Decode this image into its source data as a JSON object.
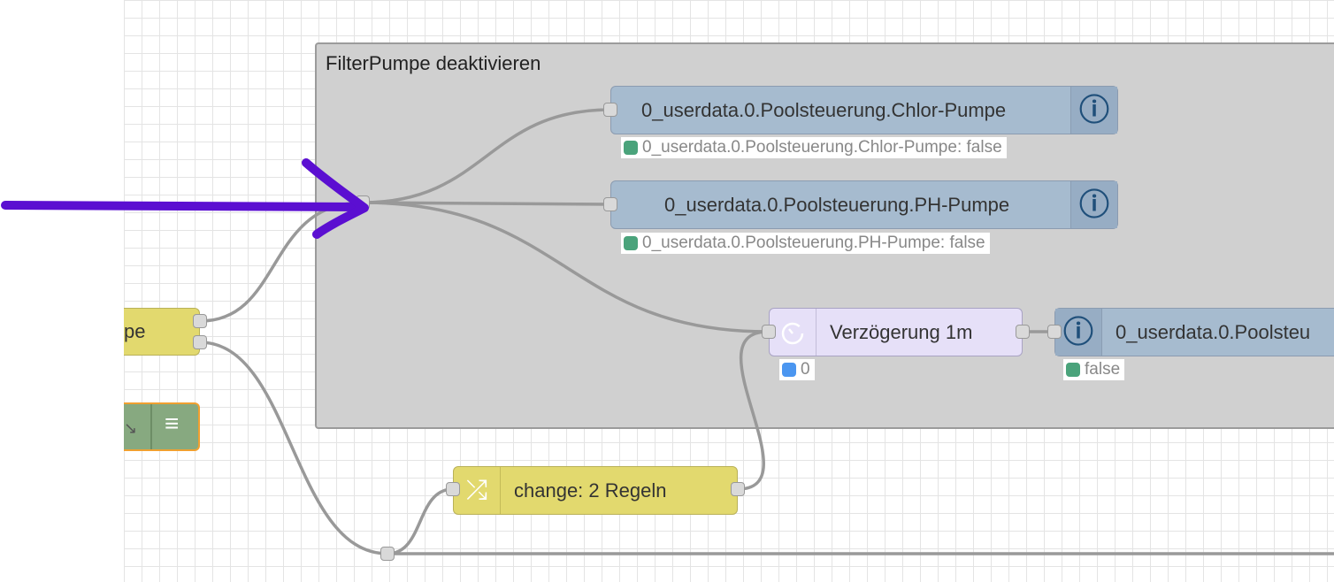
{
  "group": {
    "label": "FilterPumpe deaktivieren"
  },
  "nodes": {
    "chlor": {
      "label": "0_userdata.0.Poolsteuerung.Chlor-Pumpe",
      "status": "0_userdata.0.Poolsteuerung.Chlor-Pumpe: false",
      "icon": "iobroker-icon"
    },
    "ph": {
      "label": "0_userdata.0.Poolsteuerung.PH-Pumpe",
      "status": "0_userdata.0.Poolsteuerung.PH-Pumpe: false",
      "icon": "iobroker-icon"
    },
    "delay": {
      "label": "Verzögerung 1m",
      "status": "0",
      "icon": "timer-icon"
    },
    "filter": {
      "label": "0_userdata.0.Poolsteu",
      "status": "false",
      "icon": "iobroker-icon"
    },
    "change": {
      "label": "change: 2 Regeln",
      "icon": "shuffle-icon"
    },
    "left_node": {
      "label": "pe"
    }
  },
  "colors": {
    "iobroker_node": "#a6bbcf",
    "status_green": "#4aa37b",
    "status_blue": "#4b96f0",
    "annotation_arrow": "#5b0fd1",
    "change_node": "#e2d96e",
    "delay_node": "#e6e0f8"
  }
}
